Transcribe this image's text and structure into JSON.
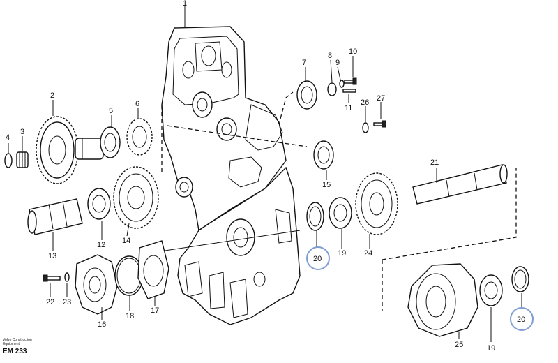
{
  "diagram": {
    "labels": [
      "1",
      "2",
      "3",
      "4",
      "5",
      "6",
      "7",
      "8",
      "9",
      "10",
      "11",
      "12",
      "13",
      "14",
      "15",
      "16",
      "17",
      "18",
      "19",
      "20",
      "21",
      "22",
      "23",
      "24",
      "25",
      "26",
      "27"
    ],
    "circled_labels": [
      "20",
      "20"
    ],
    "extra_labels": [
      "19"
    ]
  },
  "footer": {
    "brand_line1": "Volvo Construction",
    "brand_line2": "Equipment",
    "code": "EM 233"
  }
}
